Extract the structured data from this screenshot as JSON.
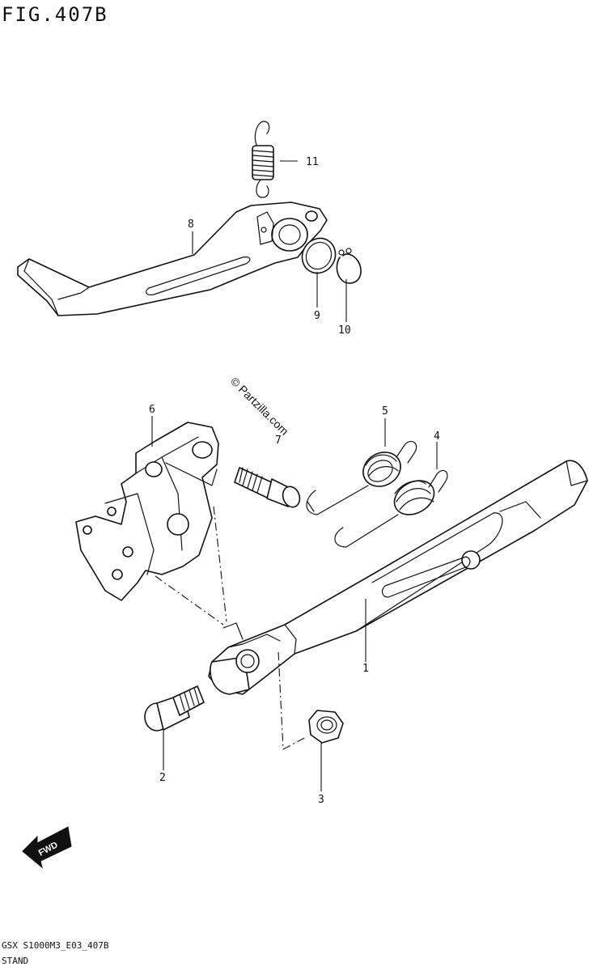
{
  "figure": {
    "title": "FIG.407B"
  },
  "parts": [
    {
      "ref": "1",
      "part_name": "stand"
    },
    {
      "ref": "2",
      "part_name": "bolt"
    },
    {
      "ref": "3",
      "part_name": "nut"
    },
    {
      "ref": "4",
      "part_name": "spring"
    },
    {
      "ref": "5",
      "part_name": "spring"
    },
    {
      "ref": "6",
      "part_name": "bracket"
    },
    {
      "ref": "7",
      "part_name": "bolt"
    },
    {
      "ref": "8",
      "part_name": "lever"
    },
    {
      "ref": "9",
      "part_name": "washer"
    },
    {
      "ref": "10",
      "part_name": "circlip"
    },
    {
      "ref": "11",
      "part_name": "spring"
    }
  ],
  "watermark": {
    "text": "© Partzilla.com"
  },
  "fwd_arrow": {
    "label": "FWD"
  },
  "footer": {
    "code": "GSX S1000M3_E03_407B",
    "section_name": "STAND"
  }
}
